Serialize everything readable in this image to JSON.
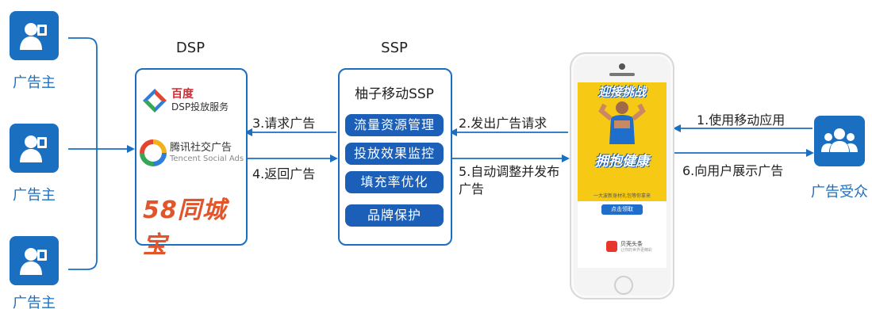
{
  "advertisers": [
    {
      "label": "广告主"
    },
    {
      "label": "广告主"
    },
    {
      "label": "广告主"
    }
  ],
  "dsp": {
    "title": "DSP",
    "baidu_top": "百度",
    "baidu_bottom": "DSP投放服务",
    "tencent_top": "腾讯社交广告",
    "tencent_bottom": "Tencent Social Ads",
    "brand58": "58同城宝"
  },
  "ssp": {
    "title": "SSP",
    "panel_title": "柚子移动SSP",
    "items": [
      "流量资源管理",
      "投放效果监控",
      "填充率优化",
      "品牌保护"
    ]
  },
  "flows": {
    "request": "3.请求广告",
    "return": "4.返回广告",
    "send_request": "2.发出广告请求",
    "auto_adjust": "5.自动调整并发布广告",
    "use_app": "1.使用移动应用",
    "show_ad": "6.向用户展示广告"
  },
  "phone": {
    "headline1": "迎接挑战",
    "headline2": "拥抱健康",
    "sub": "一大波新身材礼包等你拿来",
    "button": "点击领取",
    "app_name": "贝壳头条",
    "app_sub": "让你的世界更精彩"
  },
  "audience": {
    "label": "广告受众"
  },
  "colors": {
    "primary": "#1a6fc1",
    "pill": "#1b5fb8",
    "ad_yellow": "#f6c915"
  }
}
